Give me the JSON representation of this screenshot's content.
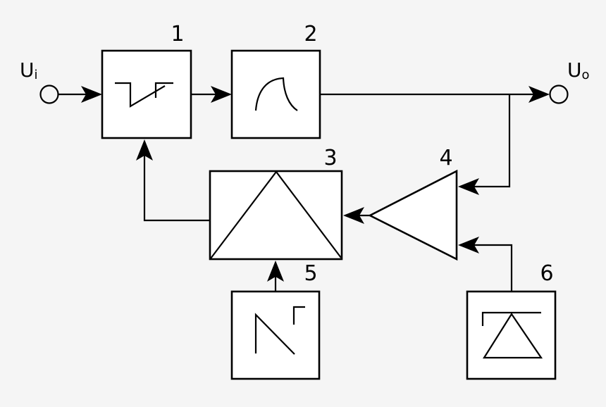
{
  "background": "#f5f5f5",
  "stroke_color": "#000000",
  "block_fill": "#ffffff",
  "terminals": {
    "input": {
      "base": "U",
      "subscript": "i"
    },
    "output": {
      "base": "U",
      "subscript": "o"
    }
  },
  "blocks": {
    "b1": {
      "label": "1",
      "icon": "pwm-modulator-waveform-icon"
    },
    "b2": {
      "label": "2",
      "icon": "filter-response-curve-icon"
    },
    "b3": {
      "label": "3",
      "icon": "comparator-triangle-icon"
    },
    "b4": {
      "label": "4",
      "icon": "feedback-amplifier-triangle"
    },
    "b5": {
      "label": "5",
      "icon": "sawtooth-generator-icon"
    },
    "b6": {
      "label": "6",
      "icon": "reference-voltage-source-icon"
    }
  }
}
